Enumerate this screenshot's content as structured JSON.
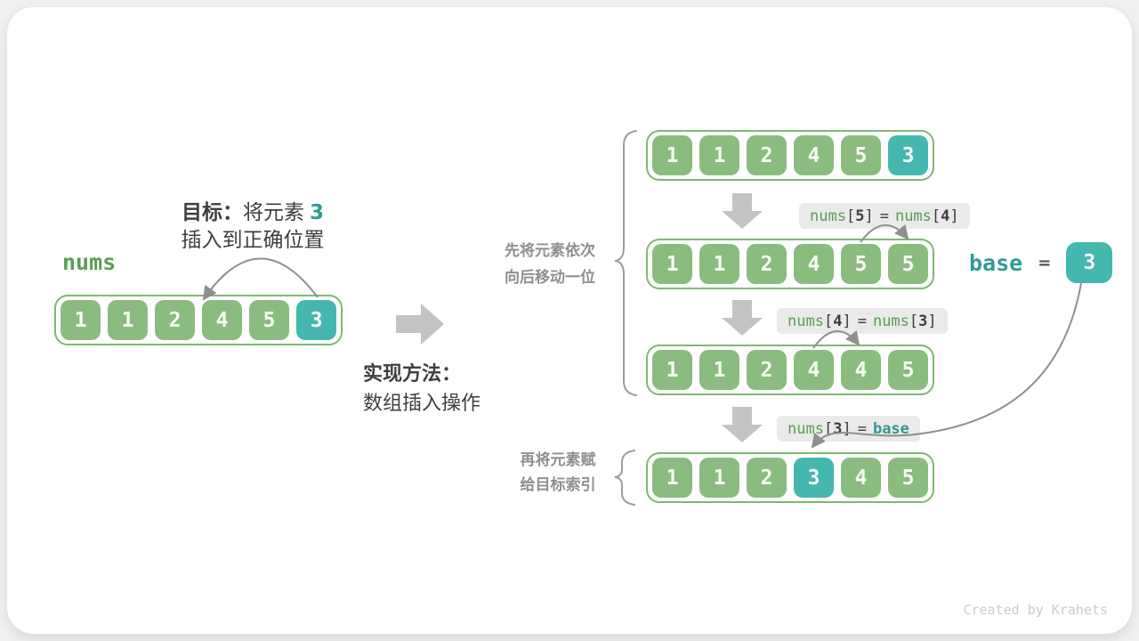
{
  "goal": {
    "bold": "目标：",
    "normal": "将元素",
    "value": "3",
    "line2": "插入到正确位置"
  },
  "nums_label": "nums",
  "method": {
    "title": "实现方法：",
    "desc": "数组插入操作"
  },
  "annotations": {
    "shift_line1": "先将元素依次",
    "shift_line2": "向后移动一位",
    "assign_line1": "再将元素赋",
    "assign_line2": "给目标索引"
  },
  "left_array": {
    "values": [
      "1",
      "1",
      "2",
      "4",
      "5",
      "3"
    ],
    "highlight": [
      5
    ]
  },
  "steps": [
    {
      "values": [
        "1",
        "1",
        "2",
        "4",
        "5",
        "3"
      ],
      "highlight": [
        5
      ]
    },
    {
      "values": [
        "1",
        "1",
        "2",
        "4",
        "5",
        "5"
      ],
      "highlight": []
    },
    {
      "values": [
        "1",
        "1",
        "2",
        "4",
        "4",
        "5"
      ],
      "highlight": []
    },
    {
      "values": [
        "1",
        "1",
        "2",
        "3",
        "4",
        "5"
      ],
      "highlight": [
        3
      ]
    }
  ],
  "ops": {
    "op1": {
      "fn1": "nums",
      "b1": "[",
      "i1": "5",
      "b2": "]",
      "eq": "=",
      "fn2": "nums",
      "b3": "[",
      "i2": "4",
      "b4": "]"
    },
    "op2": {
      "fn1": "nums",
      "b1": "[",
      "i1": "4",
      "b2": "]",
      "eq": "=",
      "fn2": "nums",
      "b3": "[",
      "i2": "3",
      "b4": "]"
    },
    "op3": {
      "fn1": "nums",
      "b1": "[",
      "i1": "3",
      "b2": "]",
      "eq": "=",
      "base": "base"
    }
  },
  "base": {
    "name": "base",
    "eq": "=",
    "value": "3"
  },
  "footer": {
    "credit": "Created by Krahets"
  },
  "colors": {
    "cell_green": "#8BBC7F",
    "cell_teal": "#44B7AF",
    "border_green": "#7FB873",
    "code_green": "#5A9E52",
    "code_teal": "#2E9C94",
    "text_dark": "#3F3F3F",
    "text_gray": "#8F8F8F",
    "chunky_arrow_gray": "#C3C3C3",
    "line_gray": "#8F8F8F",
    "label_bg": "#E9EAE9"
  }
}
